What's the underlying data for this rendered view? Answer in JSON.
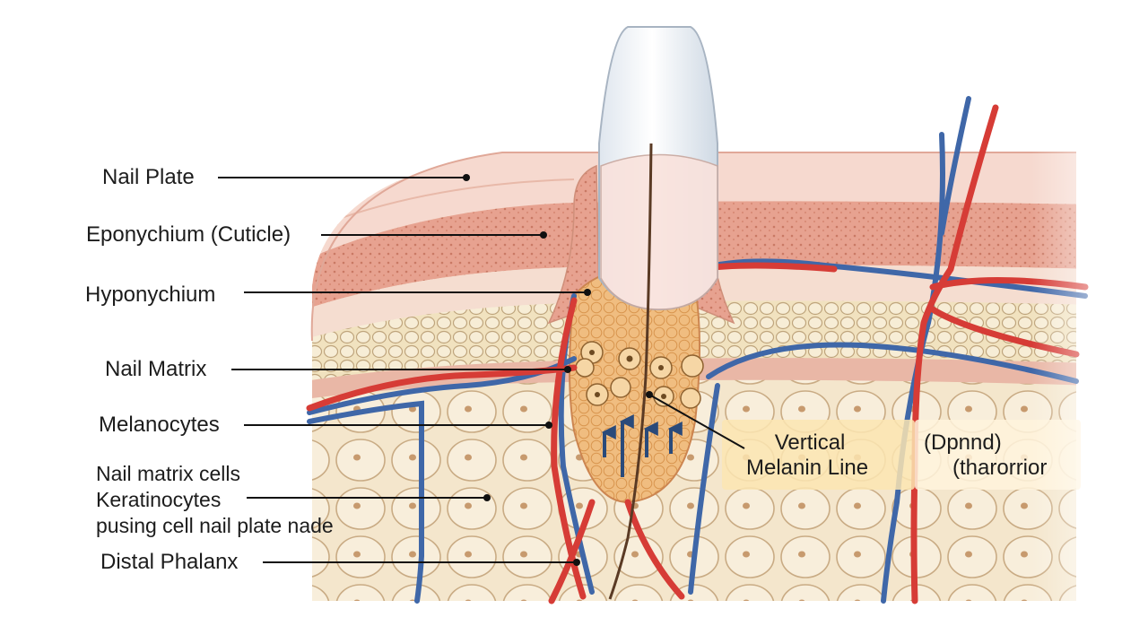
{
  "labels": {
    "nail_plate": "Nail Plate",
    "eponychium": "Eponychium (Cuticle)",
    "hyponychium": "Hyponychium",
    "nail_matrix": "Nail Matrix",
    "melanocytes": "Melanocytes",
    "matrix_cells_line1": "Nail matrix cells",
    "matrix_cells_line2": "Keratinocytes",
    "matrix_cells_line3": "pusing cell nail plate nade",
    "distal_phalanx": "Distal Phalanx"
  },
  "callouts": {
    "vertical_melanin_line1": "Vertical",
    "vertical_melanin_line2": "Melanin Line",
    "extra_line1": "(Dpnnd)",
    "extra_line2": "(tharorrior"
  },
  "colors": {
    "skin_light": "#f6d9cf",
    "dermis": "#e9a795",
    "fat": "#f5e8cf",
    "matrix": "#efbb7e",
    "artery": "#d63c36",
    "vein": "#3f67a8",
    "callout_bg": "#fbe5b2",
    "leader": "#111111"
  }
}
